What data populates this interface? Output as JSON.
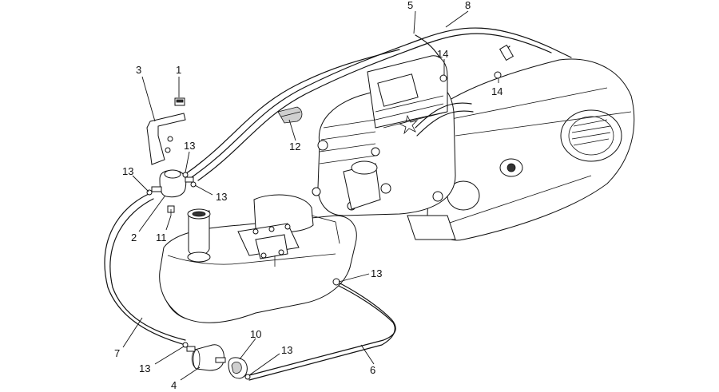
{
  "labels": {
    "l1": "1",
    "l2": "2",
    "l3": "3",
    "l4": "4",
    "l5": "5",
    "l6": "6",
    "l7": "7",
    "l8": "8",
    "l10": "10",
    "l11": "11",
    "l12": "12",
    "l13a": "13",
    "l13b": "13",
    "l13c": "13",
    "l13d": "13",
    "l13e": "13",
    "l13f": "13",
    "l14a": "14",
    "l14b": "14"
  }
}
